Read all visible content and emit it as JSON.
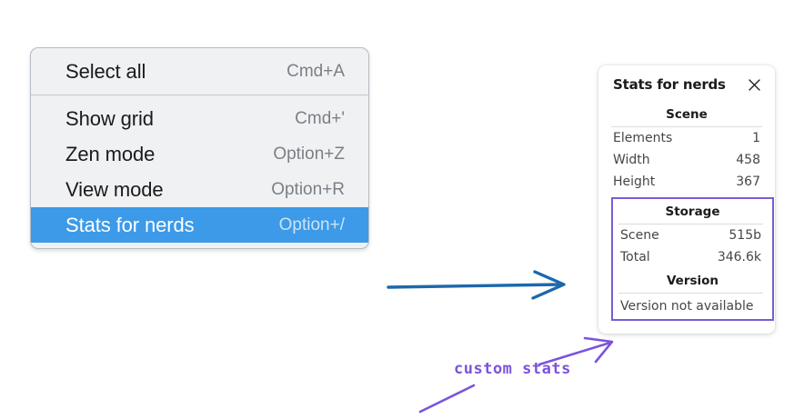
{
  "context_menu": {
    "groups": [
      {
        "items": [
          {
            "label": "Select all",
            "shortcut": "Cmd+A",
            "selected": false
          }
        ]
      },
      {
        "items": [
          {
            "label": "Show grid",
            "shortcut": "Cmd+'",
            "selected": false
          },
          {
            "label": "Zen mode",
            "shortcut": "Option+Z",
            "selected": false
          },
          {
            "label": "View mode",
            "shortcut": "Option+R",
            "selected": false
          },
          {
            "label": "Stats for nerds",
            "shortcut": "Option+/",
            "selected": true
          }
        ]
      }
    ],
    "highlight_color": "#3c9ae8",
    "background_color": "#f0f1f3"
  },
  "stats_panel": {
    "title": "Stats for nerds",
    "close_icon": "close-icon",
    "scene": {
      "heading": "Scene",
      "rows": [
        {
          "key": "Elements",
          "value": "1"
        },
        {
          "key": "Width",
          "value": "458"
        },
        {
          "key": "Height",
          "value": "367"
        }
      ]
    },
    "storage": {
      "heading": "Storage",
      "rows": [
        {
          "key": "Scene",
          "value": "515b"
        },
        {
          "key": "Total",
          "value": "346.6k"
        }
      ]
    },
    "version": {
      "heading": "Version",
      "note": "Version not available"
    },
    "highlight_outline_color": "#7a5cd8"
  },
  "annotations": {
    "handwritten_label": "custom stats",
    "blue_arrow_color": "#1c68ad",
    "purple_color": "#7b53dd"
  }
}
